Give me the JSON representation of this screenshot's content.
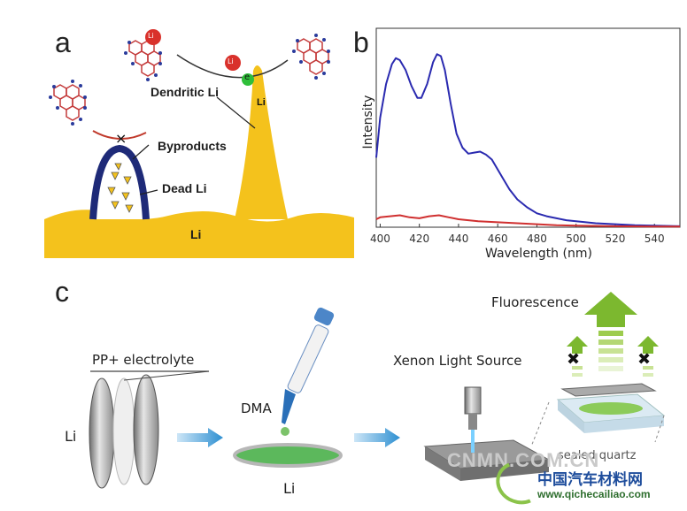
{
  "panel_a": {
    "letter": "a",
    "dendritic_label": "Dendritic Li",
    "byproducts_label": "Byproducts",
    "dead_li_label": "Dead Li",
    "substrate_label": "Li",
    "tip_label": "Li",
    "electron_label": "e",
    "ion_label": "Li"
  },
  "panel_b": {
    "letter": "b",
    "chart_data": {
      "type": "line",
      "xlabel": "Wavelength (nm)",
      "ylabel": "Intensity",
      "xlim": [
        398,
        553
      ],
      "ylim": [
        0,
        1.0
      ],
      "x_ticks": [
        400,
        420,
        440,
        460,
        480,
        500,
        520,
        540
      ],
      "series": [
        {
          "color": "#2a2ab0",
          "x": [
            398,
            400,
            403,
            406,
            408,
            410,
            413,
            416,
            419,
            421,
            424,
            427,
            429,
            431,
            433,
            436,
            439,
            442,
            445,
            448,
            451,
            454,
            457,
            460,
            463,
            466,
            470,
            475,
            480,
            485,
            490,
            495,
            500,
            510,
            520,
            530,
            540,
            550,
            553
          ],
          "y": [
            0.35,
            0.55,
            0.72,
            0.82,
            0.85,
            0.84,
            0.79,
            0.71,
            0.65,
            0.65,
            0.72,
            0.83,
            0.87,
            0.86,
            0.79,
            0.62,
            0.47,
            0.4,
            0.37,
            0.375,
            0.38,
            0.365,
            0.34,
            0.29,
            0.24,
            0.19,
            0.14,
            0.1,
            0.07,
            0.055,
            0.045,
            0.035,
            0.03,
            0.02,
            0.015,
            0.01,
            0.008,
            0.006,
            0.005
          ]
        },
        {
          "color": "#d03030",
          "x": [
            398,
            400,
            405,
            410,
            415,
            420,
            425,
            430,
            435,
            440,
            450,
            460,
            470,
            480,
            490,
            500,
            520,
            540,
            553
          ],
          "y": [
            0.04,
            0.05,
            0.055,
            0.06,
            0.05,
            0.045,
            0.055,
            0.06,
            0.05,
            0.04,
            0.03,
            0.025,
            0.02,
            0.015,
            0.01,
            0.008,
            0.005,
            0.003,
            0.003
          ]
        }
      ]
    }
  },
  "panel_c": {
    "letter": "c",
    "electrolyte_label": "PP+ electrolyte",
    "li_left_label": "Li",
    "dma_label": "DMA",
    "li_disk_label": "Li",
    "xenon_label": "Xenon Light Source",
    "fluorescence_label": "Fluorescence",
    "quartz_label": "sealed quartz"
  },
  "watermark": {
    "cnmn": "CNMN.COM.CN",
    "site_cn": "中国汽车材料网",
    "site_url": "www.qichecailiao.com"
  },
  "colors": {
    "li_gold": "#f4c21c",
    "navy": "#1e2a78",
    "spectrum_blue": "#2a2ab0",
    "spectrum_red": "#d03030",
    "arrow_green": "#8bc34a",
    "arrow_blue": "#3a9bd6"
  }
}
